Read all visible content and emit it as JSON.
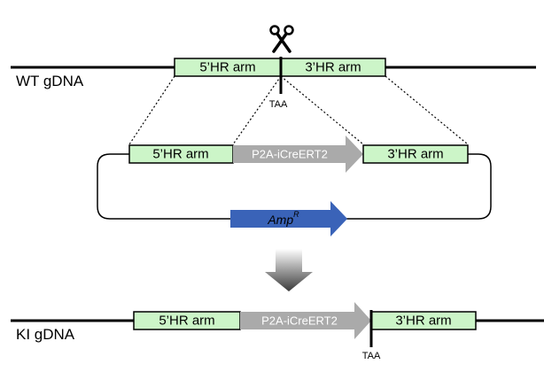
{
  "wt": {
    "label": "WT gDNA",
    "left_arm": "5’HR arm",
    "right_arm": "3’HR arm",
    "stop_codon": "TAA"
  },
  "plasmid": {
    "left_arm": "5’HR arm",
    "cassette": "P2A-iCreERT2",
    "right_arm": "3’HR arm",
    "resistance": "Amp",
    "resistance_sup": "R"
  },
  "ki": {
    "label": "KI gDNA",
    "left_arm": "5’HR arm",
    "cassette": "P2A-iCreERT2",
    "right_arm": "3’HR arm",
    "stop_codon": "TAA"
  },
  "colors": {
    "arm_fill": "#ccf5c8",
    "cassette_fill": "#aaaaaa",
    "amp_fill": "#3a63b8"
  },
  "icons": {
    "cut": "scissors-icon",
    "transition": "down-arrow-icon"
  }
}
